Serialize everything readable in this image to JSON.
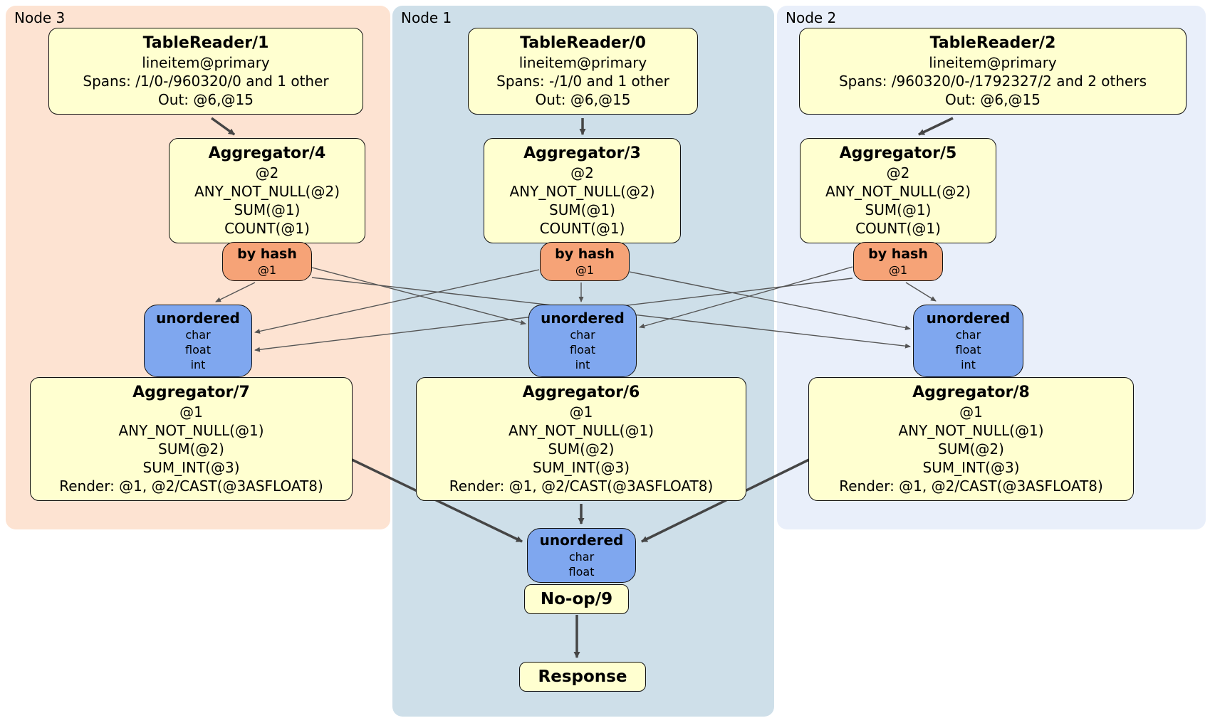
{
  "groups": {
    "node3": "Node 3",
    "node1": "Node 1",
    "node2": "Node 2"
  },
  "boxes": {
    "tr1": {
      "title": "TableReader/1",
      "lines": [
        "lineitem@primary",
        "Spans: /1/0-/960320/0 and 1 other",
        "Out: @6,@15"
      ]
    },
    "tr0": {
      "title": "TableReader/0",
      "lines": [
        "lineitem@primary",
        "Spans: -/1/0 and 1 other",
        "Out: @6,@15"
      ]
    },
    "tr2": {
      "title": "TableReader/2",
      "lines": [
        "lineitem@primary",
        "Spans: /960320/0-/1792327/2 and 2 others",
        "Out: @6,@15"
      ]
    },
    "agg4": {
      "title": "Aggregator/4",
      "lines": [
        "@2",
        "ANY_NOT_NULL(@2)",
        "SUM(@1)",
        "COUNT(@1)"
      ]
    },
    "agg3": {
      "title": "Aggregator/3",
      "lines": [
        "@2",
        "ANY_NOT_NULL(@2)",
        "SUM(@1)",
        "COUNT(@1)"
      ]
    },
    "agg5": {
      "title": "Aggregator/5",
      "lines": [
        "@2",
        "ANY_NOT_NULL(@2)",
        "SUM(@1)",
        "COUNT(@1)"
      ]
    },
    "router_left": {
      "title": "by hash",
      "lines": [
        "@1"
      ]
    },
    "router_mid": {
      "title": "by hash",
      "lines": [
        "@1"
      ]
    },
    "router_right": {
      "title": "by hash",
      "lines": [
        "@1"
      ]
    },
    "sync_left": {
      "title": "unordered",
      "lines": [
        "char",
        "float",
        "int"
      ]
    },
    "sync_mid": {
      "title": "unordered",
      "lines": [
        "char",
        "float",
        "int"
      ]
    },
    "sync_right": {
      "title": "unordered",
      "lines": [
        "char",
        "float",
        "int"
      ]
    },
    "agg7": {
      "title": "Aggregator/7",
      "lines": [
        "@1",
        "ANY_NOT_NULL(@1)",
        "SUM(@2)",
        "SUM_INT(@3)",
        "Render: @1, @2/CAST(@3ASFLOAT8)"
      ]
    },
    "agg6": {
      "title": "Aggregator/6",
      "lines": [
        "@1",
        "ANY_NOT_NULL(@1)",
        "SUM(@2)",
        "SUM_INT(@3)",
        "Render: @1, @2/CAST(@3ASFLOAT8)"
      ]
    },
    "agg8": {
      "title": "Aggregator/8",
      "lines": [
        "@1",
        "ANY_NOT_NULL(@1)",
        "SUM(@2)",
        "SUM_INT(@3)",
        "Render: @1, @2/CAST(@3ASFLOAT8)"
      ]
    },
    "sync_bottom": {
      "title": "unordered",
      "lines": [
        "char",
        "float"
      ]
    },
    "noop": {
      "title": "No-op/9"
    },
    "response": {
      "title": "Response"
    }
  },
  "colors": {
    "operator_fill": "#ffffd0",
    "router_fill": "#f6a377",
    "sync_fill": "#7fa7ef",
    "node3_fill": "#fde3d2",
    "node1_fill": "#cedfe9",
    "node2_fill": "#e9effa",
    "edge": "#4a4a4a"
  }
}
